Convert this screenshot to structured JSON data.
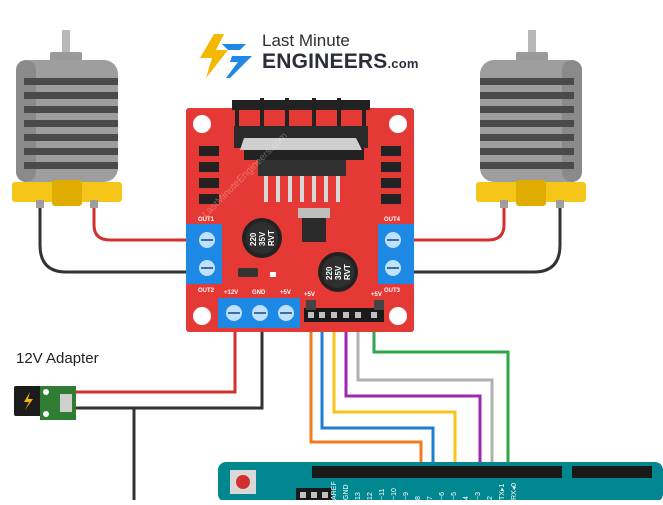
{
  "logo": {
    "line1": "Last Minute",
    "line2": "ENGINEERS",
    "suffix": ".com"
  },
  "adapter": {
    "label": "12V Adapter"
  },
  "driver_board": {
    "out1": "OUT1",
    "out2": "OUT2",
    "out3": "OUT3",
    "out4": "OUT4",
    "pin_12v": "+12V",
    "pin_gnd": "GND",
    "pin_5v": "+5V",
    "pin_5v_left": "+5V",
    "pin_5v_right": "+5V",
    "cap1": {
      "line1": "220",
      "line2": "35V",
      "line3": "RVT"
    },
    "cap2": {
      "line1": "220",
      "line2": "35V",
      "line3": "RVT"
    },
    "watermark": "LastMinuteEngineers.com"
  },
  "arduino": {
    "pin_labels": [
      "AREF",
      "GND",
      "13",
      "12",
      "~11",
      "~10",
      "~9",
      "8",
      "7",
      "~6",
      "~5",
      "4",
      "~3",
      "2",
      "TX▸1",
      "RX◂0"
    ]
  },
  "colors": {
    "board_red": "#e53935",
    "terminal_blue": "#1e88e5",
    "arduino_teal": "#00878f",
    "wire_red": "#d32f2f",
    "wire_black": "#333333",
    "wire_orange": "#f47a20",
    "wire_blue": "#1e7fd6",
    "wire_yellow": "#f5c518",
    "wire_purple": "#9c27b0",
    "wire_gray": "#b0b0b0",
    "wire_green": "#2ea64a",
    "logo_yellow": "#f5b800",
    "logo_blue": "#1e88e5"
  },
  "icons": [
    "lightning-logo-icon",
    "lightning-adapter-icon",
    "motor-icon",
    "reset-button-icon"
  ]
}
